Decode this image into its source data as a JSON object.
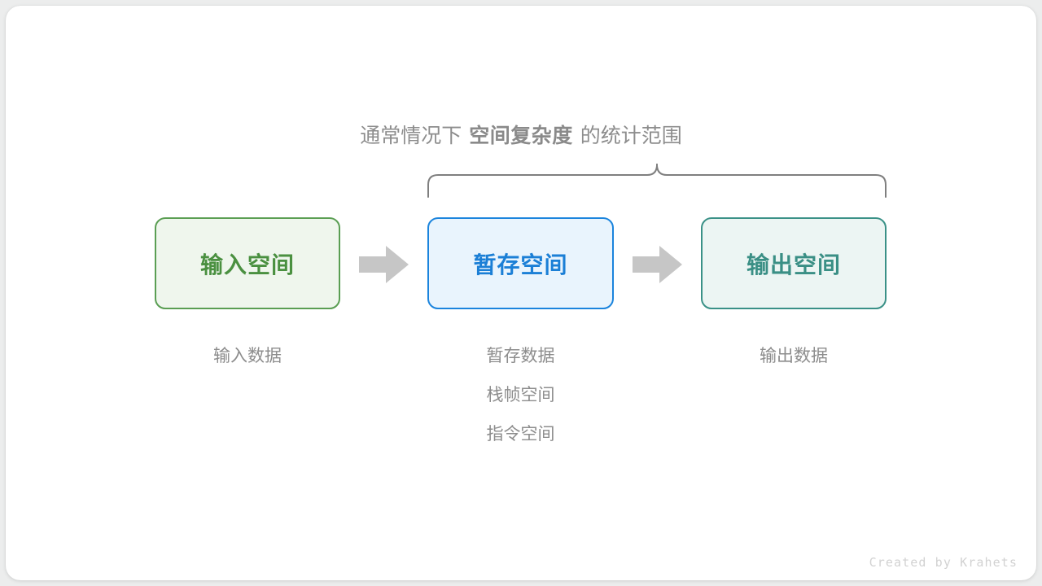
{
  "diagram": {
    "heading": {
      "prefix": "通常情况下",
      "emphasis": "空间复杂度",
      "suffix": "的统计范围"
    },
    "brace": {
      "label": "curly-brace-spanning-buffer-and-output",
      "color": "#7f7f7f"
    },
    "arrow_color": "#c6c6c6",
    "boxes": [
      {
        "id": "input-space",
        "title": "输入空间",
        "fill": "#eff6ed",
        "border": "#5a9e53",
        "text_color": "#4a9040",
        "captions": [
          "输入数据"
        ]
      },
      {
        "id": "buffer-space",
        "title": "暂存空间",
        "fill": "#e9f4fd",
        "border": "#1b84dd",
        "text_color": "#1b7fd6",
        "captions": [
          "暂存数据",
          "栈帧空间",
          "指令空间"
        ]
      },
      {
        "id": "output-space",
        "title": "输出空间",
        "fill": "#ecf5f3",
        "border": "#3a9187",
        "text_color": "#3a8f85",
        "captions": [
          "输出数据"
        ]
      }
    ],
    "arrows": [
      {
        "id": "arrow-input-to-buffer"
      },
      {
        "id": "arrow-buffer-to-output"
      }
    ],
    "watermark": "Created by Krahets"
  }
}
